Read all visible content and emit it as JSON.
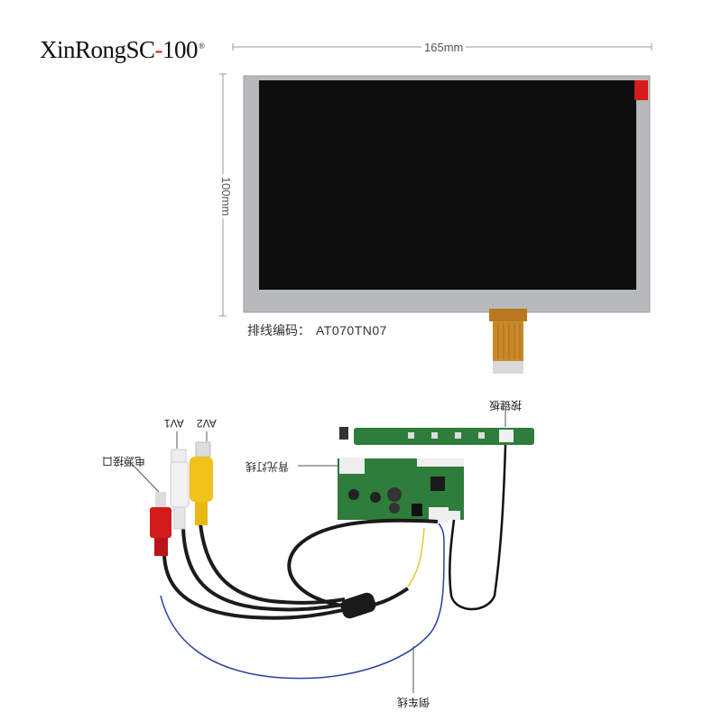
{
  "brand": {
    "name": "XinRongSC",
    "sep": "-",
    "model": "100",
    "reg": "®"
  },
  "dimensions": {
    "width": "165mm",
    "height": "100mm"
  },
  "cable_code": {
    "label": "排线编码：",
    "value": "AT070TN07"
  },
  "labels": {
    "av1": "AV1",
    "av2": "AV2",
    "power_port": "电源接口",
    "backlight_cable": "背光灯线",
    "keypad_board": "按键板",
    "reverse_cable": "倒车线"
  },
  "colors": {
    "panel_frame": "#b7b9bb",
    "panel_screen": "#0e0e0e",
    "pcb": "#2e7d3a",
    "rca_red": "#d41a1a",
    "rca_white": "#f2f2f2",
    "rca_yellow": "#f0c21a",
    "reverse_wire": "#2b3f9e",
    "flex_cable": "#c9892a"
  }
}
